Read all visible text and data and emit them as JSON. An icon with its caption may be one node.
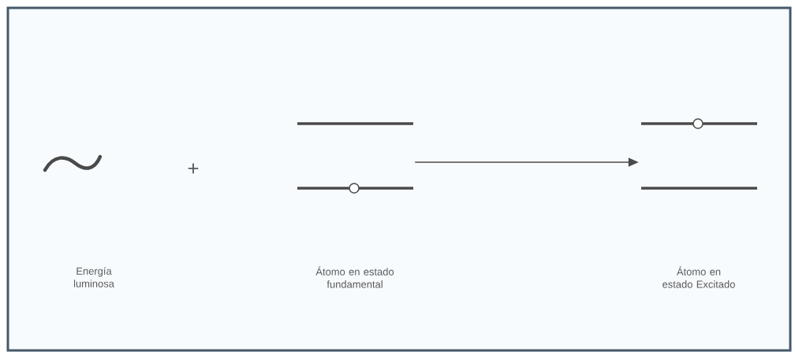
{
  "diagram": {
    "nodes": [
      {
        "text": [],
        "shape": "picture"
      },
      {
        "text": [],
        "shape": "picture"
      }
    ],
    "edges": [
      {
        "from": 0,
        "to": 1,
        "arrow": "to"
      }
    ],
    "labels": [
      "+",
      "Energía luminosa",
      "Átomo en estado fundamental",
      "Átomo en estado Excitado"
    ]
  }
}
